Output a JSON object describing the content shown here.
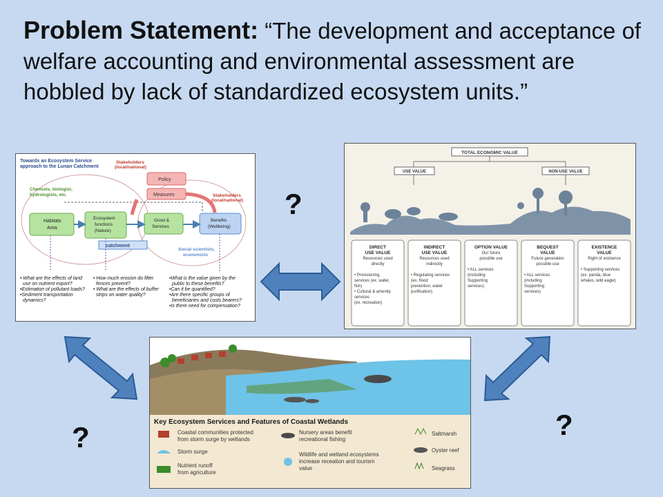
{
  "title": {
    "bold": "Problem Statement:",
    "text": " “The development and acceptance of welfare accounting and environmental assessment are hobbled by lack of standardized ecosystem units.”"
  },
  "question_marks": [
    "?",
    "?",
    "?"
  ],
  "colors": {
    "background": "#c6d9f1",
    "arrow_fill": "#4f81bd",
    "arrow_stroke": "#2c5b94"
  },
  "left_diagram": {
    "heading1": "Towards an Ecosystem Service",
    "heading2": "approach to the Lunan Catchment",
    "stakeholders_top": "Stakeholders",
    "stakeholders_top2": "(local/national)",
    "policy": "Policy",
    "measures": "Measures",
    "stakeholders_right": "Stakeholders",
    "stakeholders_right2": "(local/national)",
    "chemists1": "Chemists, biologist,",
    "chemists2": "hydrologists, etc.",
    "habitats1": "Habitats",
    "habitats2": "Area",
    "eco1": "Ecosystem",
    "eco2": "functions",
    "eco3": "(Nature)",
    "goods1": "Good &",
    "goods2": "Services",
    "benefits1": "Benefits",
    "benefits2": "(Wellbeing)",
    "catchment": "catchment",
    "social1": "Social scientists,",
    "social2": "economists",
    "q_left": [
      "• What are the effects of land",
      "use on nutrient export?",
      "•Estimation of pollutant loads?",
      "•Sediment transportation",
      "dynamics?"
    ],
    "q_mid": [
      "• How much erosion do filter",
      "fences prevent?",
      "• What are the effects of buffer",
      "strips on water quality?"
    ],
    "q_right": [
      "•What is the value given by the",
      "public to these benefits?",
      "•Can it be quantified?",
      "•Are there specific groups of",
      "beneficiaries and costs bearers?",
      "•Is there need for compensation?"
    ]
  },
  "right_diagram": {
    "total": "TOTAL ECONOMIC VALUE",
    "use": "USE VALUE",
    "nonuse": "NON-USE VALUE",
    "columns": [
      {
        "title": [
          "DIRECT",
          "USE VALUE"
        ],
        "sub": [
          "Resources used",
          "directly"
        ],
        "items": [
          "• Provisioning",
          "services (ex. water,",
          "fish)",
          "• Cultural & amenity",
          "services",
          "(ex. recreation)"
        ]
      },
      {
        "title": [
          "INDIRECT",
          "USE VALUE"
        ],
        "sub": [
          "Resources used",
          "indirectly"
        ],
        "items": [
          "• Regulating services",
          "(ex. flood",
          "prevention, water",
          "purification)"
        ]
      },
      {
        "title": [
          "OPTION VALUE"
        ],
        "sub": [
          "Our future",
          "possible use"
        ],
        "items": [
          "• ALL services",
          "(including",
          "Supporting",
          "services)"
        ]
      },
      {
        "title": [
          "BEQUEST",
          "VALUE"
        ],
        "sub": [
          "Future generation",
          "possible use"
        ],
        "items": [
          "• ALL services",
          "(including",
          "Supporting",
          "services)"
        ]
      },
      {
        "title": [
          "EXISTENCE",
          "VALUE"
        ],
        "sub": [
          "Right of existence"
        ],
        "items": [
          "• Supporting services",
          "(ex. panda, blue",
          "whales, wild eagle)"
        ]
      }
    ]
  },
  "bottom_diagram": {
    "legend_title": "Key Ecosystem Services and Features of Coastal Wetlands",
    "items": [
      [
        "Coastal communities protected",
        "from storm surge by wetlands"
      ],
      [
        "Storm surge"
      ],
      [
        "Nutrient runoff",
        "from agriculture"
      ],
      [
        "Nursery areas benefit",
        "recreational fishing"
      ],
      [
        "Wildlife and wetland ecosystems",
        "increase receation and tourism",
        "value"
      ],
      [
        "Saltmarsh"
      ],
      [
        "Oyster reef"
      ],
      [
        "Seagrass"
      ]
    ]
  }
}
